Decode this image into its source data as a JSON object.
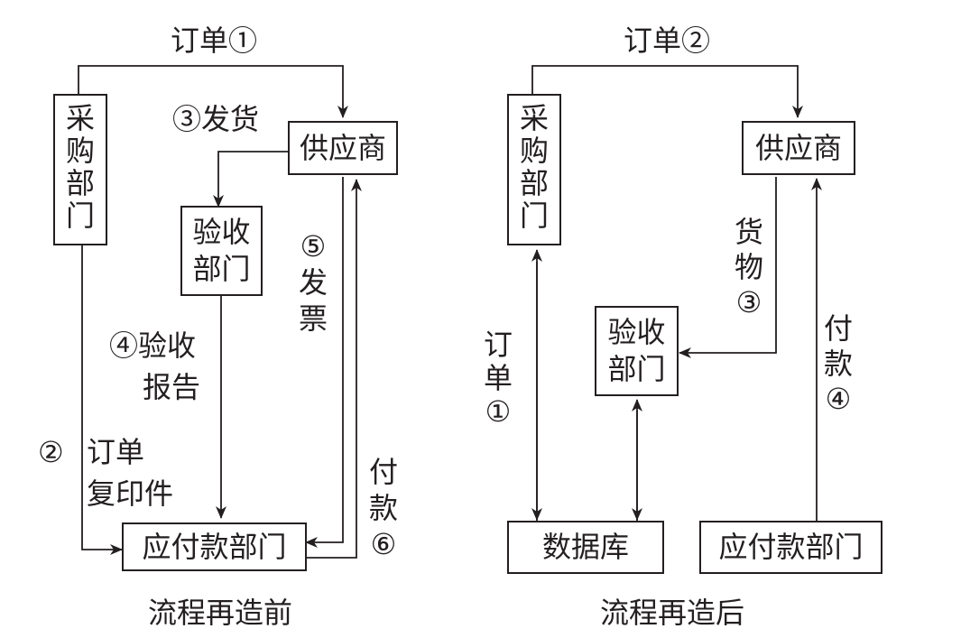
{
  "before": {
    "caption": "流程再造前",
    "boxes": {
      "purchasing": [
        "采",
        "购",
        "部",
        "门"
      ],
      "supplier": "供应商",
      "receiving": [
        "验收",
        "部门"
      ],
      "payables": "应付款部门"
    },
    "flows": {
      "order_1": "订单①",
      "ship_3": "③发货",
      "receipt_report_4": [
        "④验收",
        "报告"
      ],
      "order_copy_2": {
        "mark": "②",
        "lines": [
          "订单",
          "复印件"
        ]
      },
      "invoice_5": [
        "⑤",
        "发",
        "票"
      ],
      "payment_6": [
        "付",
        "款",
        "⑥"
      ]
    }
  },
  "after": {
    "caption": "流程再造后",
    "boxes": {
      "purchasing": [
        "采",
        "购",
        "部",
        "门"
      ],
      "supplier": "供应商",
      "receiving": [
        "验收",
        "部门"
      ],
      "database": "数据库",
      "payables": "应付款部门"
    },
    "flows": {
      "order_2": "订单②",
      "goods_3": [
        "货",
        "物",
        "③"
      ],
      "order_1": [
        "订",
        "单",
        "①"
      ],
      "payment_4": [
        "付",
        "款",
        "④"
      ]
    }
  },
  "colors": {
    "ink": "#231f20",
    "background": "#ffffff"
  }
}
